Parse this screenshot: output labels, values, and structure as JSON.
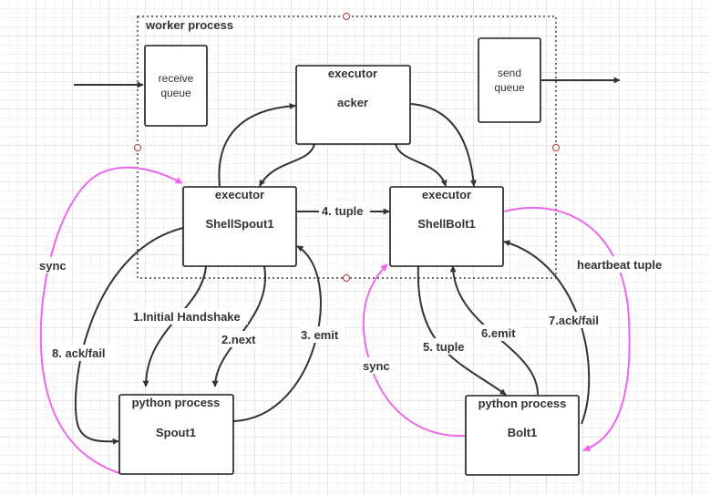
{
  "worker": {
    "title": "worker process"
  },
  "nodes": {
    "receive_queue": {
      "line1": "receive",
      "line2": "queue"
    },
    "send_queue": {
      "line1": "send",
      "line2": "queue"
    },
    "acker": {
      "type": "executor",
      "name": "acker"
    },
    "shell_spout": {
      "type": "executor",
      "name": "ShellSpout1"
    },
    "shell_bolt": {
      "type": "executor",
      "name": "ShellBolt1"
    },
    "spout": {
      "type": "python process",
      "name": "Spout1"
    },
    "bolt": {
      "type": "python process",
      "name": "Bolt1"
    }
  },
  "edges": {
    "tuple4": "4. tuple",
    "initial_handshake": "1.Initial Handshake",
    "next": "2.next",
    "emit3": "3. emit",
    "ack_fail8": "8. ack/fail",
    "tuple5": "5. tuple",
    "emit6": "6.emit",
    "ack_fail7": "7.ack/fail",
    "sync_left": "sync",
    "sync_right": "sync",
    "heartbeat": "heartbeat tuple"
  },
  "colors": {
    "edge": "#333333",
    "sync": "#ee66ee",
    "box_border": "#1a1a1a"
  }
}
